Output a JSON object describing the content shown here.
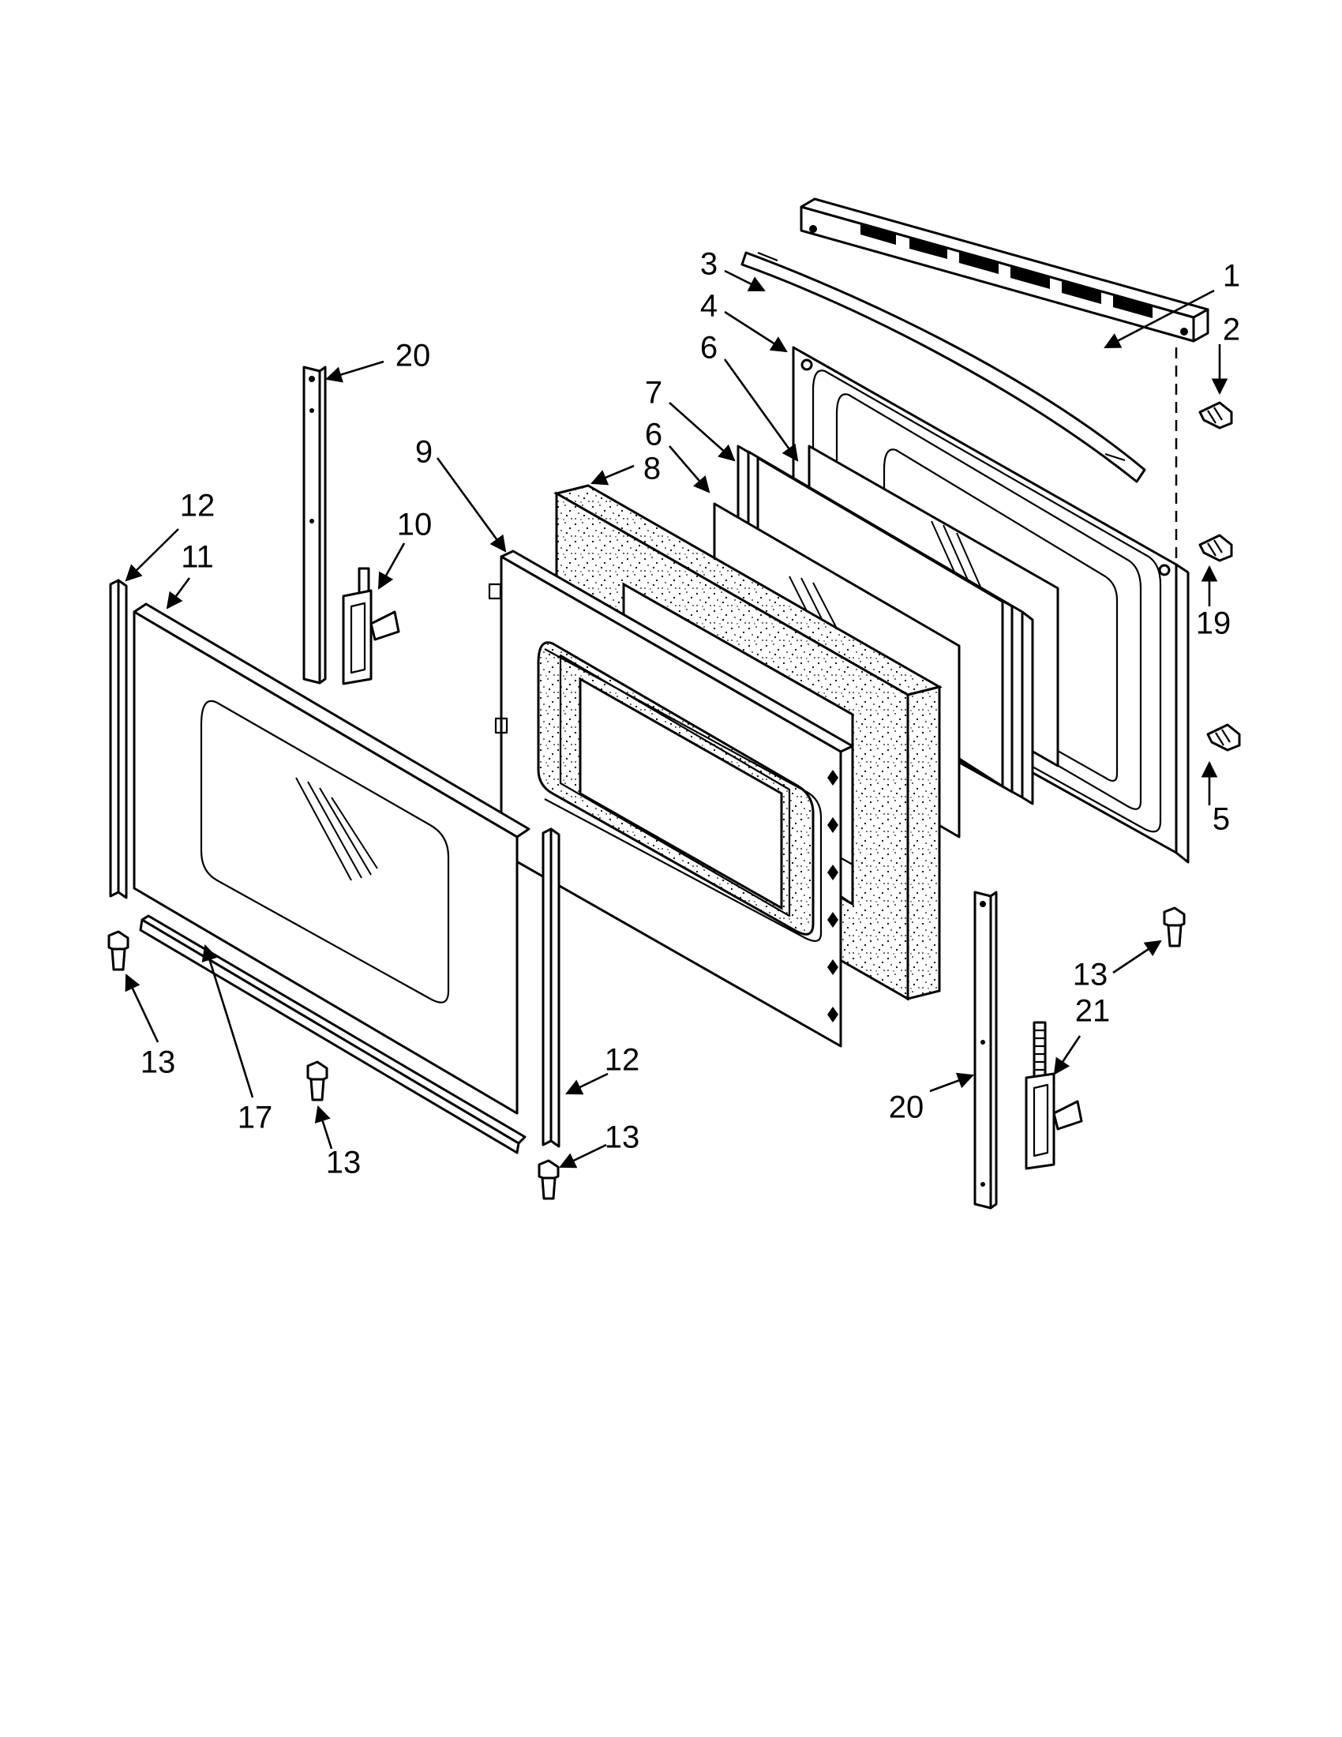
{
  "diagram": {
    "callout_labels": [
      "1",
      "2",
      "3",
      "4",
      "6",
      "7",
      "6",
      "8",
      "9",
      "20",
      "12",
      "11",
      "10",
      "19",
      "5",
      "13",
      "21",
      "20",
      "12",
      "13",
      "13",
      "17",
      "13"
    ]
  }
}
